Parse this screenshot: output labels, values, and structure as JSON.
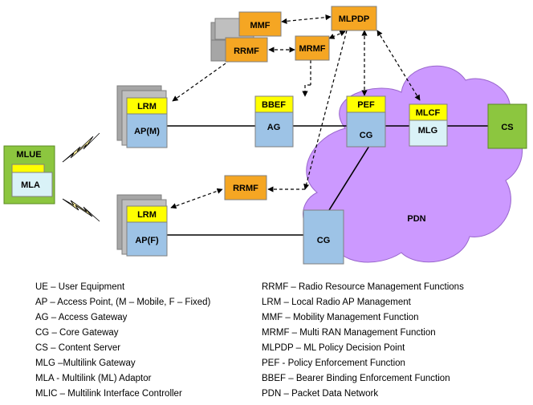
{
  "diagram": {
    "nodes": {
      "mmf": "MMF",
      "rrmf_top": "RRMF",
      "mrmf": "MRMF",
      "mlpdp": "MLPDP",
      "lrm_top": "LRM",
      "ap_m": "AP(M)",
      "bbef": "BBEF",
      "ag": "AG",
      "pef": "PEF",
      "cg_top": "CG",
      "mlcf": "MLCF",
      "mlg": "MLG",
      "cs": "CS",
      "mlue": "MLUE",
      "mla": "MLA",
      "rrmf_bottom": "RRMF",
      "lrm_bottom": "LRM",
      "ap_f": "AP(F)",
      "cg_bottom": "CG",
      "pdn": "PDN"
    },
    "colors": {
      "orange": "#F5A623",
      "yellow": "#FFFF00",
      "blue": "#9DC3E6",
      "light_cyan": "#D9F2F7",
      "green": "#8CC63F",
      "cloud": "#CC99FF",
      "gray": "#A6A6A6"
    }
  },
  "legend": {
    "left": [
      "UE – User Equipment",
      "AP – Access Point, (M – Mobile, F – Fixed)",
      "AG – Access Gateway",
      "CG – Core Gateway",
      "CS – Content Server",
      "MLG –Multilink  Gateway",
      "MLA  - Multilink (ML) Adaptor",
      "MLIC – Multilink  Interface Controller"
    ],
    "right": [
      "RRMF – Radio Resource Management Functions",
      "LRM – Local Radio AP Management",
      "MMF – Mobility Management Function",
      "MRMF – Multi RAN Management Function",
      "MLPDP – ML Policy Decision Point",
      "PEF -  Policy Enforcement Function",
      "BBEF – Bearer Binding Enforcement Function",
      "PDN – Packet Data Network"
    ]
  }
}
